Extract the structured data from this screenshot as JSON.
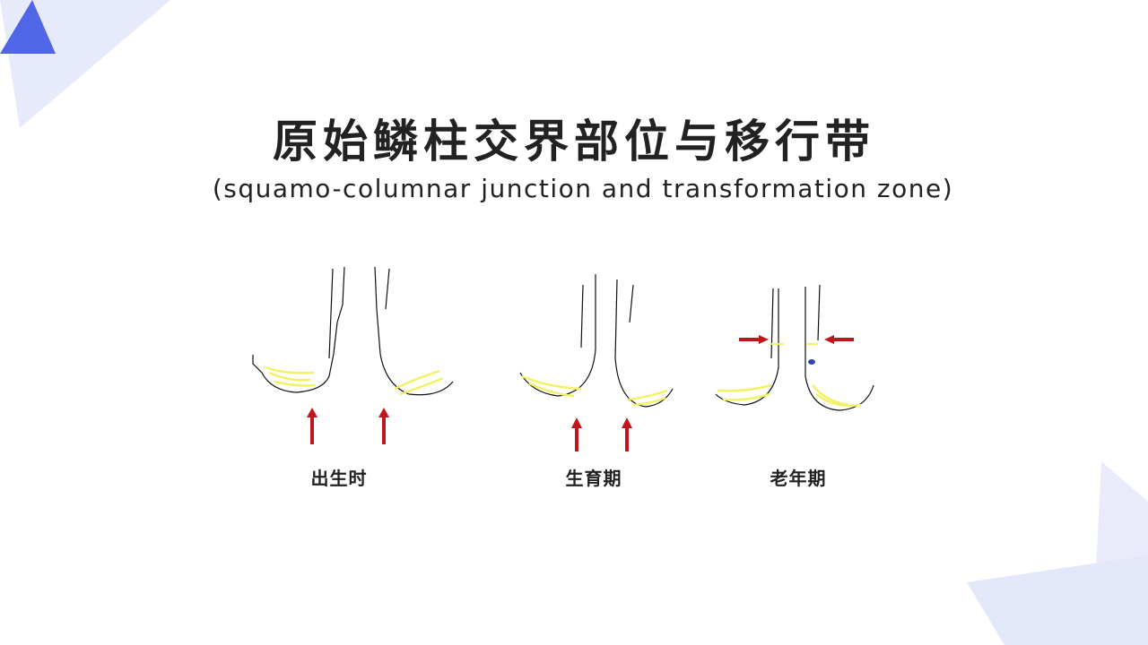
{
  "slide": {
    "title": "原始鳞柱交界部位与移行带",
    "subtitle": "(squamo-columnar junction and transformation zone)"
  },
  "stages": [
    {
      "label": "出生时"
    },
    {
      "label": "生育期"
    },
    {
      "label": "老年期"
    }
  ],
  "colors": {
    "accent_dark": "#5068e8",
    "accent_light": "#e6e9fb",
    "arrow": "#c0161b",
    "columnar_epithelium": "#f2f264",
    "outline": "#111111",
    "text": "#222222"
  }
}
